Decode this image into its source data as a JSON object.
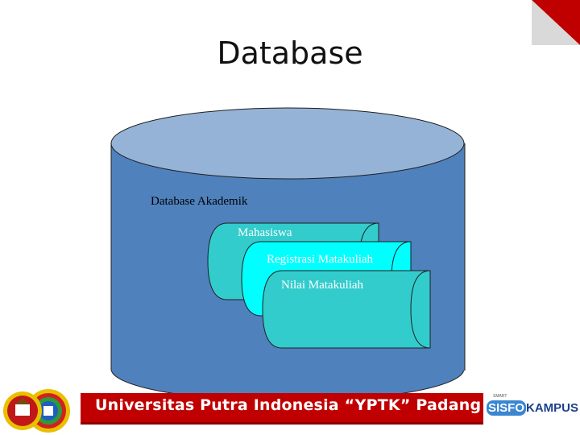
{
  "slide": {
    "title": "Database"
  },
  "diagram": {
    "container_label": "Database Akademik",
    "cards": [
      {
        "label": "Mahasiswa",
        "color": "#33cccc"
      },
      {
        "label": "Registrasi Matakuliah",
        "color": "#00ffff"
      },
      {
        "label": "Nilai Matakuliah",
        "color": "#33cccc"
      }
    ],
    "cylinder_body_color": "#4f81bd",
    "cylinder_top_color": "#95b3d7"
  },
  "footer": {
    "university": "Universitas Putra Indonesia “YPTK” Padang",
    "logo_small": "SMART",
    "logo_left": "SISFO",
    "logo_right": "KAMPUS",
    "bar_color": "#c00000"
  }
}
